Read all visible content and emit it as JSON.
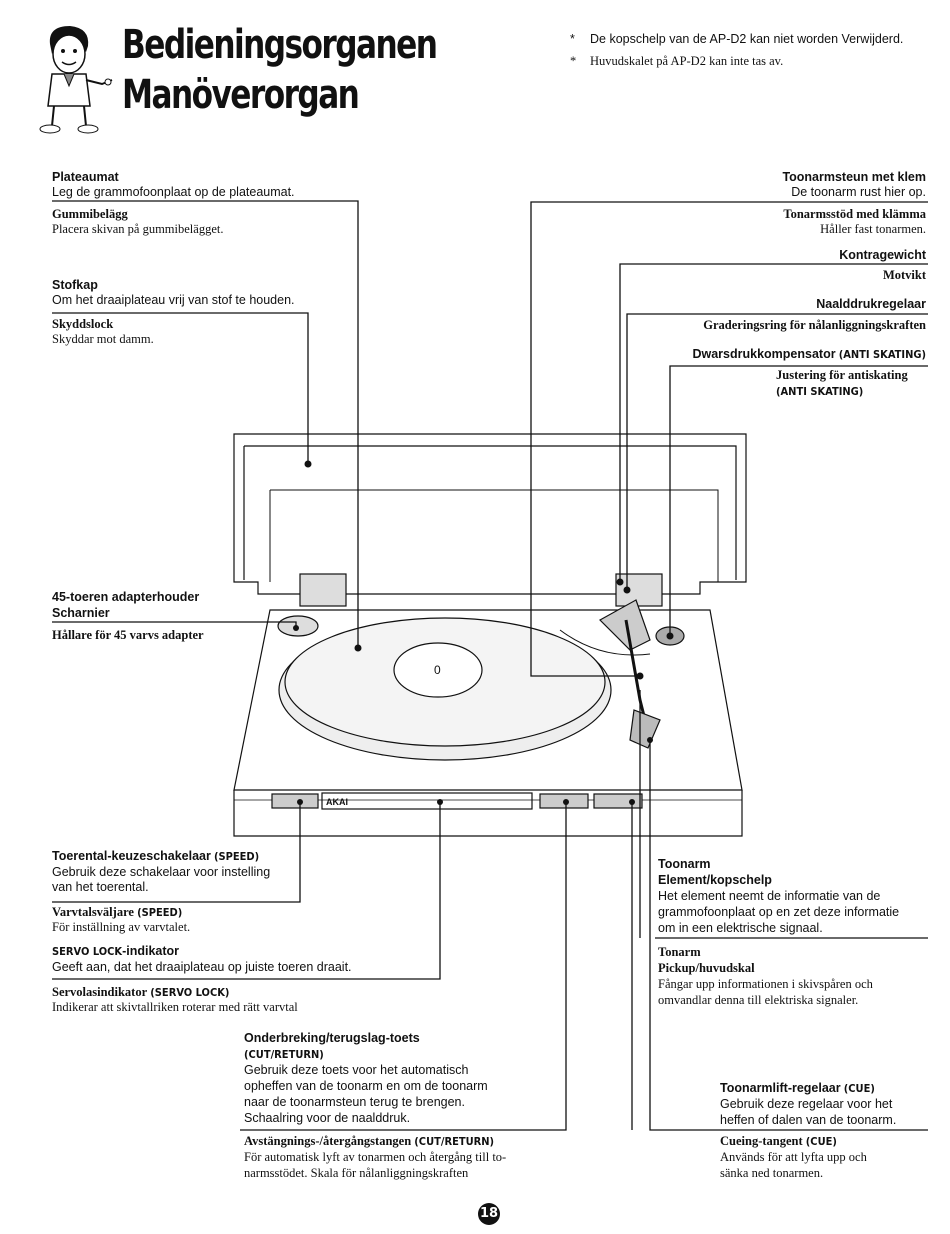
{
  "heading": {
    "line1": "Bedieningsorganen",
    "line2": "Manöverorgan"
  },
  "notes": [
    "De kopschelp van de AP-D2 kan niet worden Verwijderd.",
    "Huvudskalet på AP-D2 kan inte tas av."
  ],
  "labels": {
    "plateaumat_nl": "Plateaumat",
    "plateaumat_nl_desc": "Leg de grammofoonplaat op de plateaumat.",
    "plateaumat_sv": "Gummibelägg",
    "plateaumat_sv_desc": "Placera skivan på gummibelägget.",
    "stofkap_nl": "Stofkap",
    "stofkap_nl_desc": "Om het draaiplateau vrij van stof te houden.",
    "stofkap_sv": "Skyddslock",
    "stofkap_sv_desc": "Skyddar mot damm.",
    "adapter_nl": "45-toeren adapterhouder",
    "scharnier_nl": "Scharnier",
    "adapter_sv": "Hållare för 45 varvs adapter",
    "armrest_nl": "Toonarmsteun met klem",
    "armrest_nl_desc": "De toonarm rust hier op.",
    "armrest_sv": "Tonarmsstöd med klämma",
    "armrest_sv_desc": "Håller fast tonarmen.",
    "counter_nl": "Kontragewicht",
    "counter_sv": "Motvikt",
    "stylus_nl": "Naalddrukregelaar",
    "stylus_sv": "Graderingsring för nålanliggningskraften",
    "anti_nl": "Dwarsdrukkompensator",
    "anti_nl_tag": "(ANTI SKATING)",
    "anti_sv": "Justering för antiskating",
    "anti_sv_tag": "(ANTI SKATING)",
    "speed_nl": "Toerental-keuzeschakelaar",
    "speed_nl_tag": "(SPEED)",
    "speed_nl_desc1": "Gebruik deze schakelaar voor instelling",
    "speed_nl_desc2": "van het toerental.",
    "speed_sv": "Varvtalsväljare",
    "speed_sv_tag": "(SPEED)",
    "speed_sv_desc": "För inställning av varvtalet.",
    "servo_nl_tag": "SERVO LOCK",
    "servo_nl": "-indikator",
    "servo_nl_desc": "Geeft aan, dat het draaiplateau op juiste toeren draait.",
    "servo_sv": "Servolasindikator",
    "servo_sv_tag": "(SERVO LOCK)",
    "servo_sv_desc": "Indikerar att skivtallriken roterar med rätt varvtal",
    "cut_nl": "Onderbreking/terugslag-toets",
    "cut_nl_tag": "(CUT/RETURN)",
    "cut_nl_desc1": "Gebruik deze toets voor het automatisch",
    "cut_nl_desc2": "opheffen van de toonarm en om de toonarm",
    "cut_nl_desc3": "naar de toonarmsteun terug te brengen.",
    "cut_nl_desc4": "Schaalring voor de naalddruk.",
    "cut_sv": "Avstängnings-/återgångstangen",
    "cut_sv_tag": "(CUT/RETURN)",
    "cut_sv_desc1": "För automatisk lyft av tonarmen och återgång till to-",
    "cut_sv_desc2": "narmsstödet. Skala för nålanliggningskraften",
    "arm_nl": "Toonarm",
    "arm_nl2": "Element/kopschelp",
    "arm_nl_desc1": "Het element neemt de informatie van de",
    "arm_nl_desc2": "grammofoonplaat op en zet deze informatie",
    "arm_nl_desc3": "om in een elektrische signaal.",
    "arm_sv": "Tonarm",
    "arm_sv2": "Pickup/huvudskal",
    "arm_sv_desc1": "Fångar upp informationen i skivspåren och",
    "arm_sv_desc2": "omvandlar denna till elektriska signaler.",
    "cue_nl": "Toonarmlift-regelaar",
    "cue_nl_tag": "(CUE)",
    "cue_nl_desc1": "Gebruik deze regelaar voor het",
    "cue_nl_desc2": "heffen of dalen van de toonarm.",
    "cue_sv": "Cueing-tangent",
    "cue_sv_tag": "(CUE)",
    "cue_sv_desc1": "Används för att lyfta upp och",
    "cue_sv_desc2": "sänka ned tonarmen."
  },
  "device": {
    "brand": "AKAI",
    "label_center": "0"
  },
  "page_number": "18"
}
